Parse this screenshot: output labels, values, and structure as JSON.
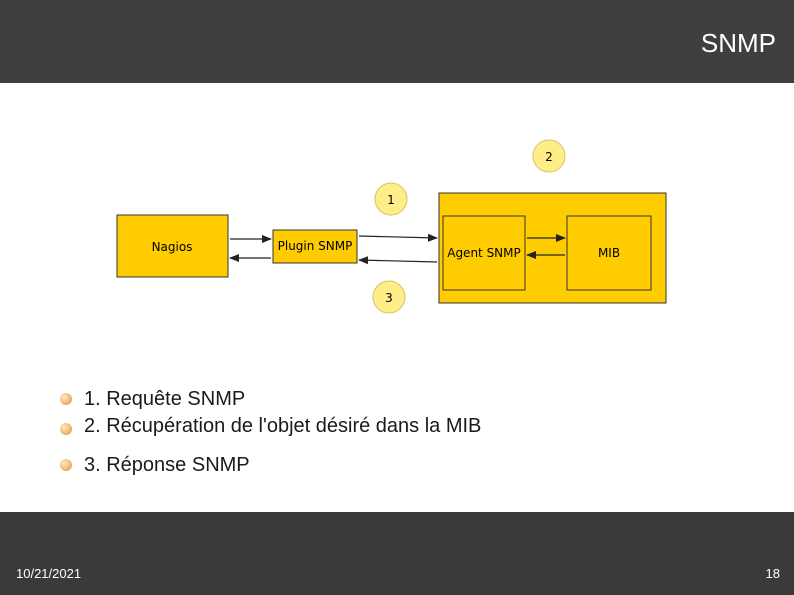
{
  "header": {
    "title": "SNMP"
  },
  "diagram": {
    "nodes": {
      "nagios": "Nagios",
      "plugin": "Plugin SNMP",
      "agent": "Agent SNMP",
      "mib": "MIB"
    },
    "steps": [
      "1",
      "2",
      "3"
    ],
    "fill_color": "#ffcc00",
    "circle_color": "#ffee88"
  },
  "bullets": [
    "1. Requête SNMP",
    "2. Récupération de l'objet désiré dans la MIB",
    "3. Réponse SNMP"
  ],
  "footer": {
    "date": "10/21/2021",
    "page": "18"
  }
}
